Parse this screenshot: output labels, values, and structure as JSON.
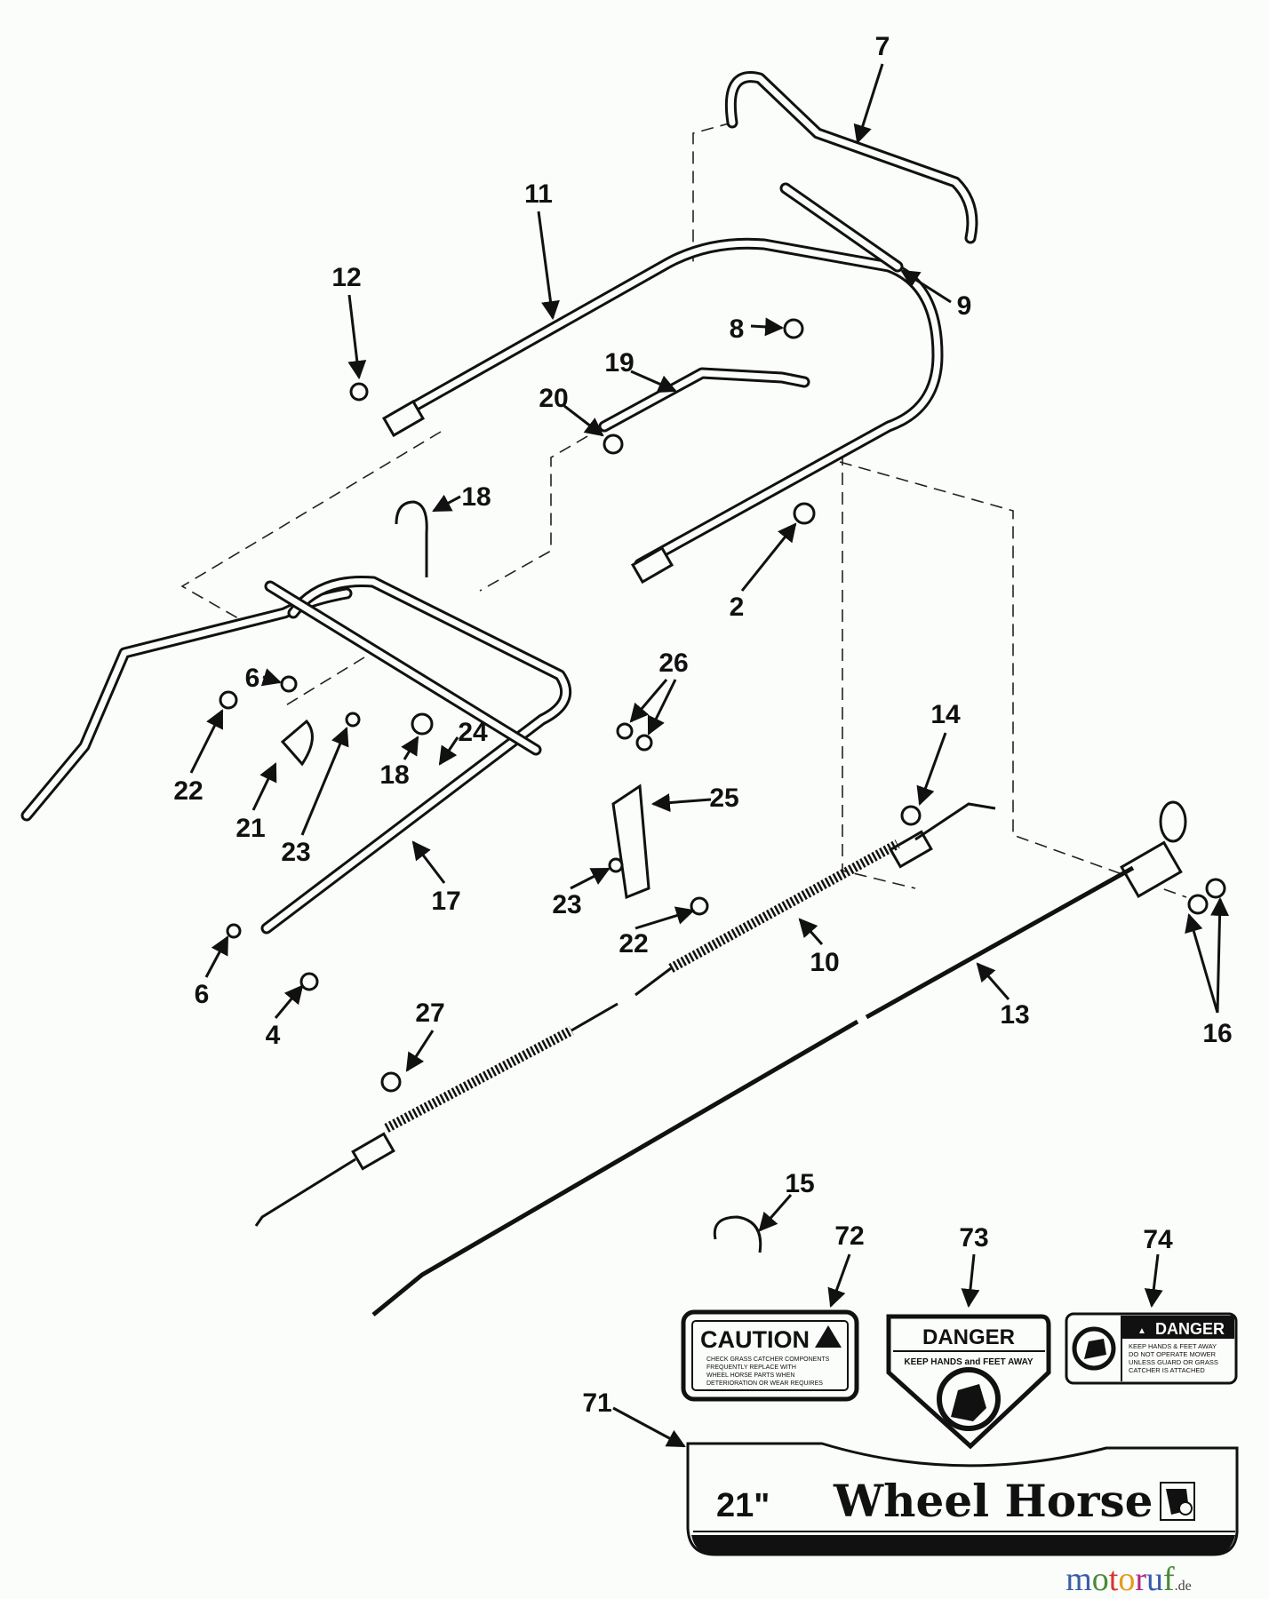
{
  "callouts": {
    "c7": "7",
    "c11": "11",
    "c12": "12",
    "c9": "9",
    "c8": "8",
    "c19": "19",
    "c20": "20",
    "c18a": "18",
    "c2": "2",
    "c26": "26",
    "c14": "14",
    "c6a": "6",
    "c22a": "22",
    "c18b": "18",
    "c24": "24",
    "c21": "21",
    "c23a": "23",
    "c25": "25",
    "c17": "17",
    "c23b": "23",
    "c22b": "22",
    "c10": "10",
    "c6b": "6",
    "c4": "4",
    "c27": "27",
    "c13": "13",
    "c16": "16",
    "c15": "15",
    "c72": "72",
    "c73": "73",
    "c74": "74",
    "c71": "71"
  },
  "decals": {
    "caution": {
      "title": "CAUTION",
      "lines": [
        "CHECK GRASS CATCHER COMPONENTS",
        "FREQUENTLY   REPLACE WITH",
        "WHEEL HORSE PARTS WHEN",
        "DETERIORATION OR WEAR REQUIRES"
      ]
    },
    "danger_hands": {
      "title": "DANGER",
      "subtitle": "KEEP HANDS and FEET AWAY"
    },
    "danger_guard": {
      "title": "DANGER",
      "lines": [
        "KEEP HANDS & FEET AWAY",
        "DO NOT OPERATE MOWER",
        "UNLESS GUARD OR GRASS",
        "CATCHER   IS   ATTACHED"
      ]
    },
    "brand": {
      "size": "21\"",
      "name": "Wheel Horse"
    }
  },
  "watermark": {
    "main": "motoruf",
    "suffix": ".de",
    "colors": [
      "#3b5bab",
      "#4a8a3a",
      "#d8342c",
      "#e59a1d",
      "#b02a86"
    ]
  }
}
